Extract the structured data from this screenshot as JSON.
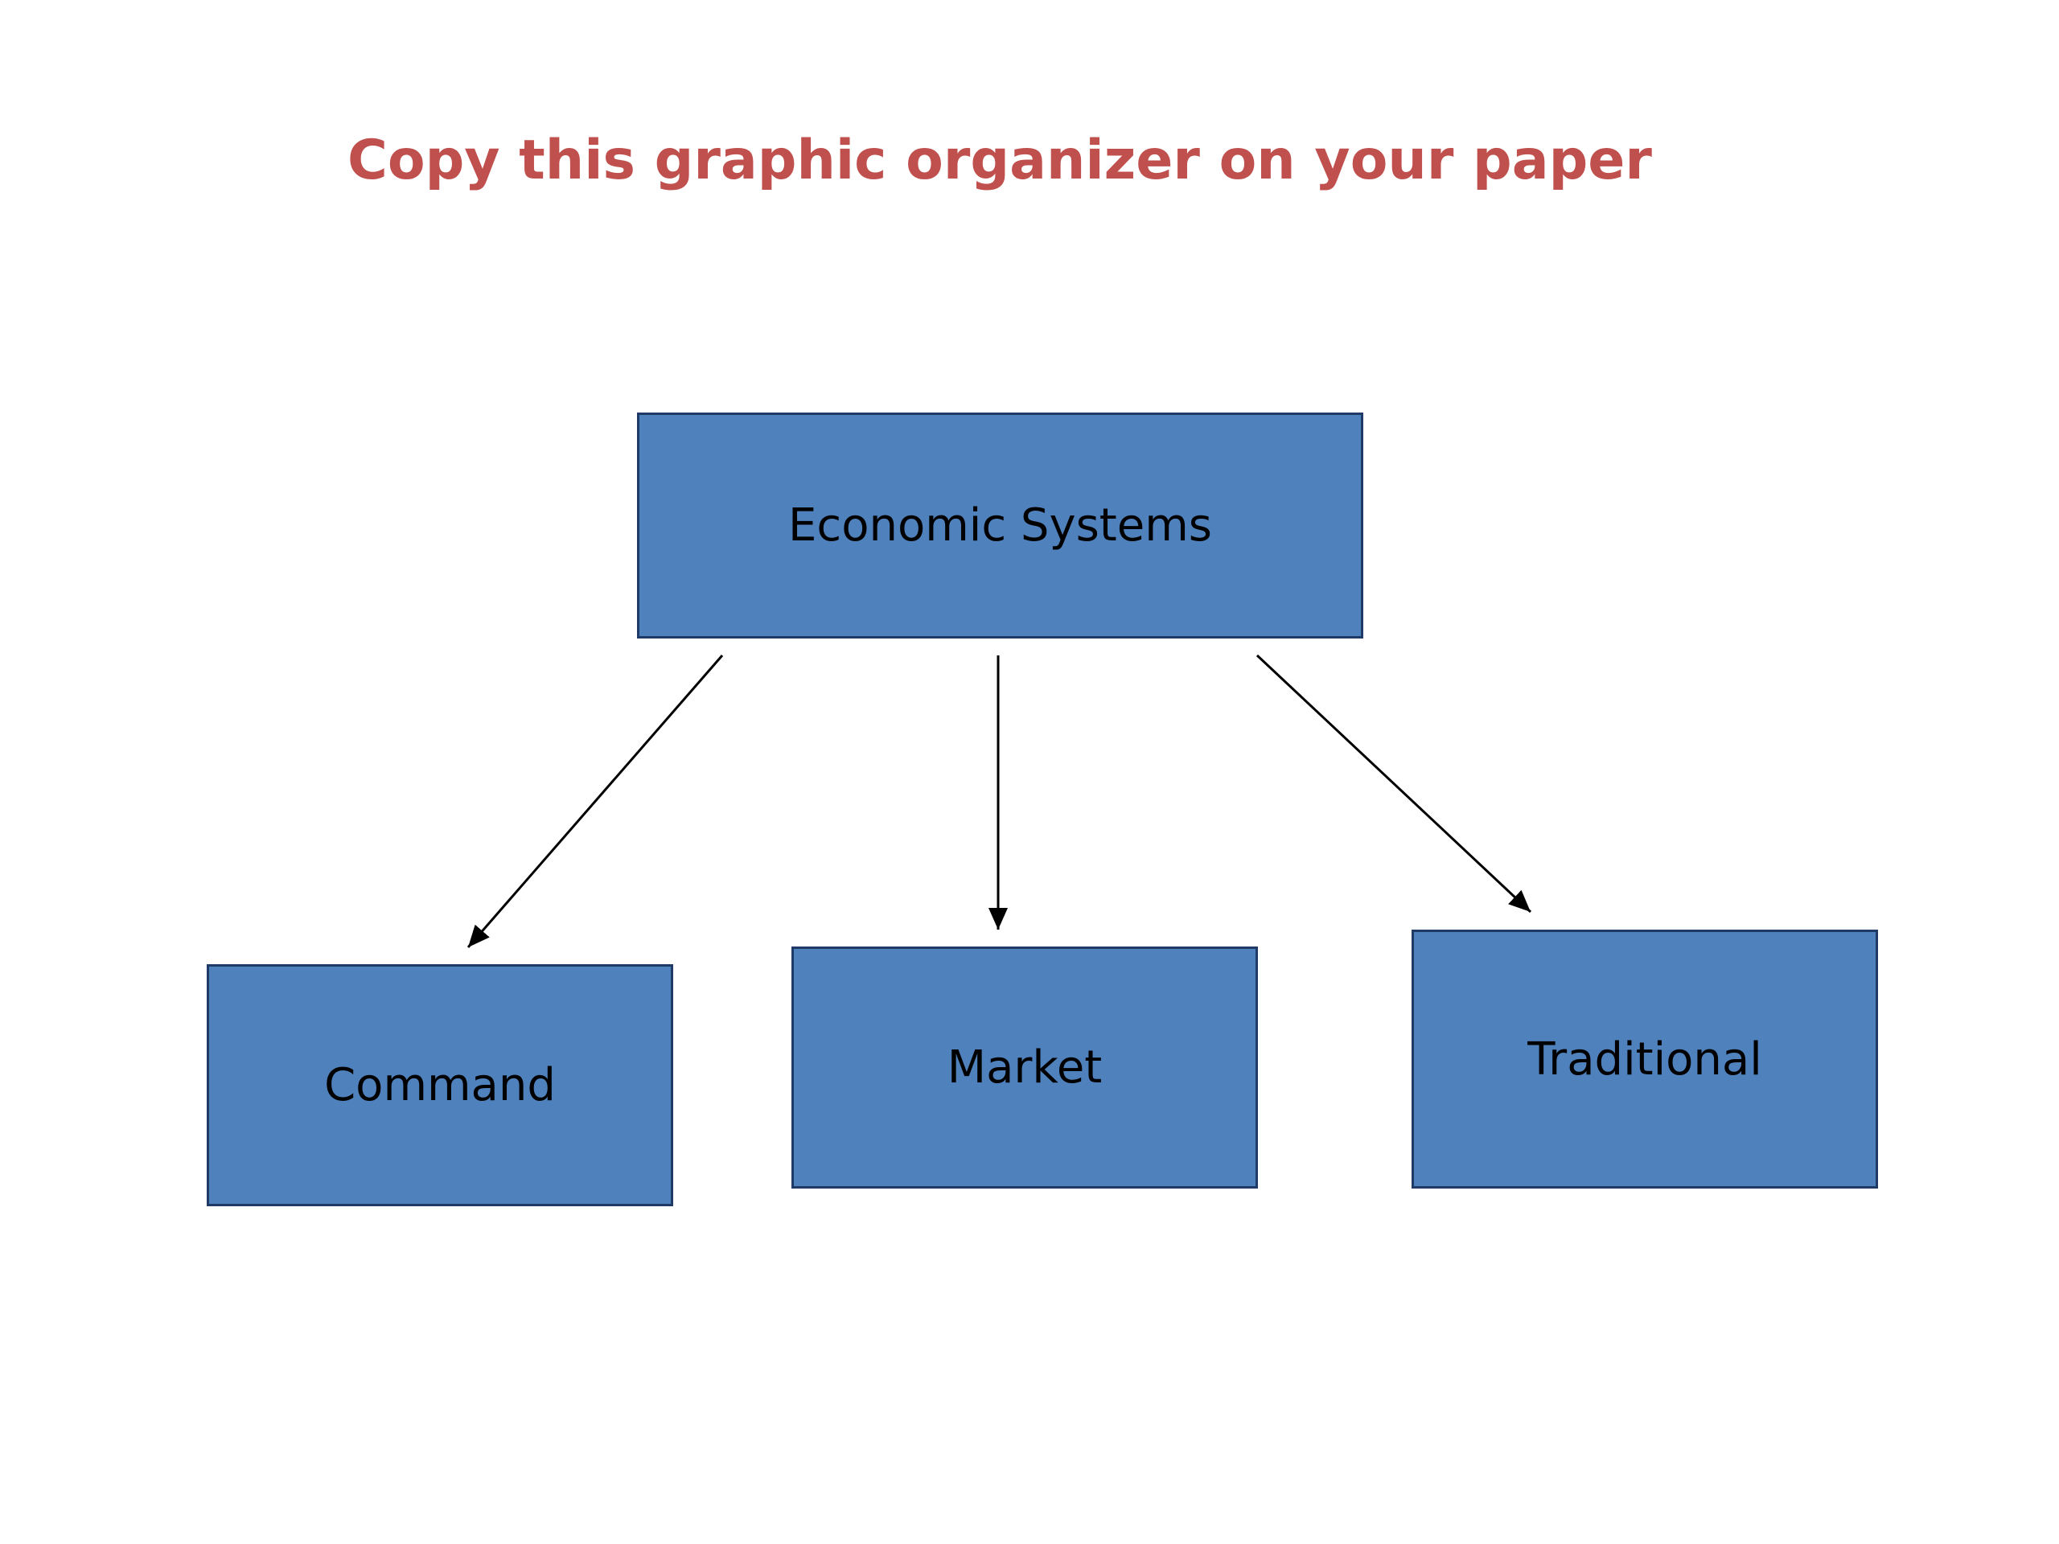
{
  "title": "Copy this graphic organizer on your paper",
  "colors": {
    "title": "#c0504d",
    "box_fill": "#4f81bd",
    "box_border": "#1f3a66",
    "box_text": "#000000",
    "arrow": "#000000",
    "background": "#ffffff"
  },
  "diagram": {
    "root": {
      "label": "Economic Systems"
    },
    "children": [
      {
        "label": "Command"
      },
      {
        "label": "Market"
      },
      {
        "label": "Traditional"
      }
    ]
  }
}
